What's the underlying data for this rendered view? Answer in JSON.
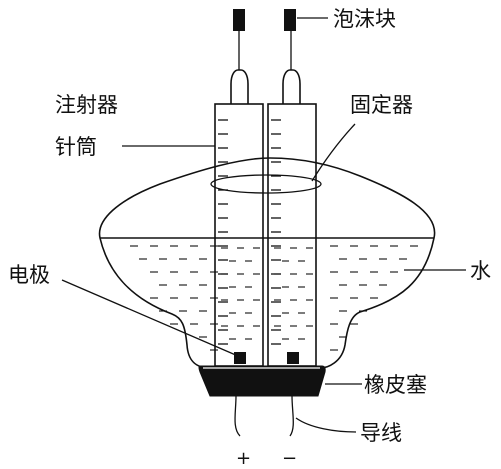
{
  "labels": {
    "foam_block": "泡沫块",
    "syringe_line1": "注射器",
    "syringe_line2": "针筒",
    "holder": "固定器",
    "electrode": "电极",
    "water": "水",
    "rubber_stopper": "橡皮塞",
    "wire": "导线"
  },
  "polarity": {
    "positive": "+",
    "negative": "−"
  }
}
